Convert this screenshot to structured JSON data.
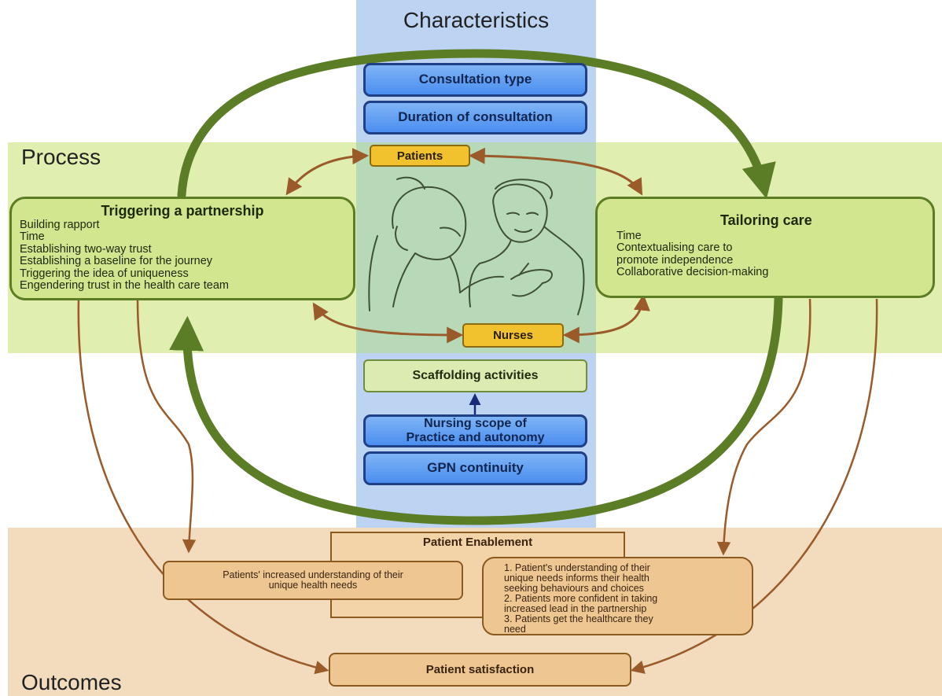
{
  "sections": {
    "characteristics": "Characteristics",
    "process": "Process",
    "outcomes": "Outcomes"
  },
  "characteristics": {
    "consultation_type": "Consultation type",
    "duration": "Duration of consultation",
    "scaffolding": "Scaffolding activities",
    "scope_line1": "Nursing scope of",
    "scope_line2": "Practice and autonomy",
    "continuity": "GPN continuity"
  },
  "actors": {
    "patients": "Patients",
    "nurses": "Nurses"
  },
  "triggering": {
    "title": "Triggering a partnership",
    "items": [
      "Building rapport",
      "Time",
      "Establishing two-way trust",
      "Establishing a baseline for the journey",
      "Triggering the idea of uniqueness",
      "Engendering trust in the health care team"
    ]
  },
  "tailoring": {
    "title": "Tailoring care",
    "items": [
      "Time",
      "Contextualising care to",
      "promote independence",
      "Collaborative decision-making"
    ]
  },
  "outcomes_content": {
    "enablement_title": "Patient Enablement",
    "understanding_line1": "Patients' increased understanding of their",
    "understanding_line2": "unique health needs",
    "enablement_items": [
      "1. Patient's understanding of their",
      "unique needs informs their health",
      "seeking behaviours and choices",
      "2. Patients more confident in taking",
      "increased lead in the partnership",
      "3. Patients get the healthcare they",
      "need"
    ],
    "satisfaction": "Patient satisfaction"
  },
  "colors": {
    "process_band": "#e0eeaf",
    "outcomes_band": "#f2dcbd",
    "characteristics_column": "#bcd3f2",
    "cycle_arrow": "#5a7d26",
    "link_arrow": "#9a5a2a",
    "scope_arrow": "#1a2a7a"
  },
  "illustration": "nurse-and-patient-sketch"
}
